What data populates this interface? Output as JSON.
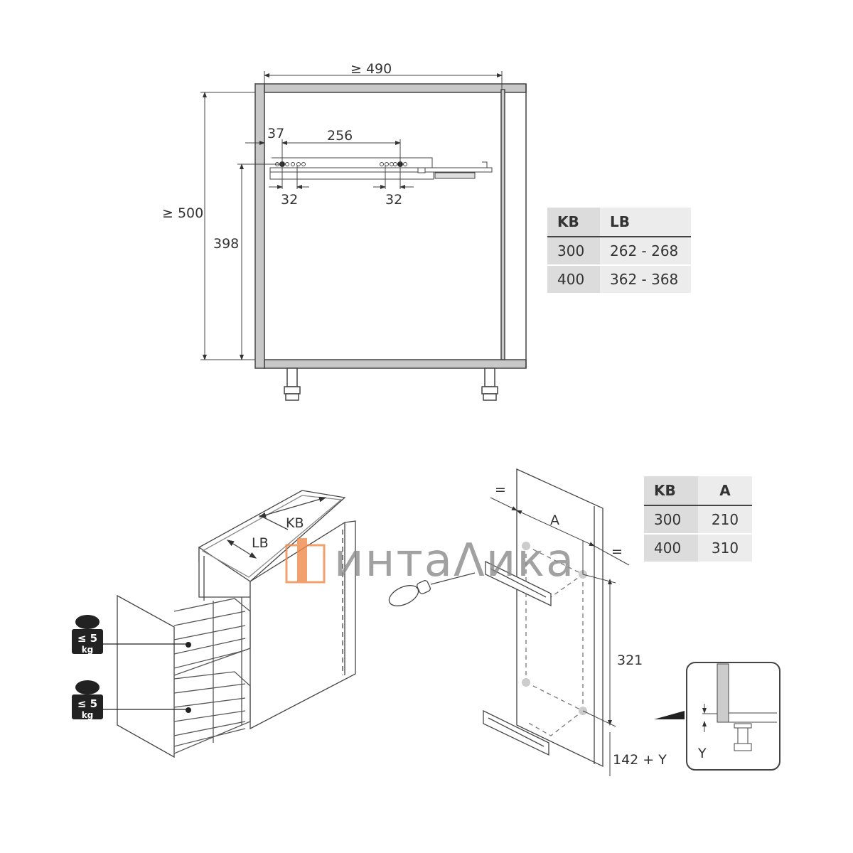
{
  "top_drawing": {
    "width_label": "≥ 490",
    "height_label": "≥ 500",
    "rail_height_label": "398",
    "offset_label": "37",
    "spacing_label": "256",
    "hole_left_label": "32",
    "hole_right_label": "32"
  },
  "table_lb": {
    "headers": [
      "KB",
      "LB"
    ],
    "rows": [
      [
        "300",
        "262 - 268"
      ],
      [
        "400",
        "362 - 368"
      ]
    ]
  },
  "basket_drawing": {
    "kb_label": "KB",
    "lb_label": "LB",
    "weights": [
      {
        "le": "≤ 5",
        "unit": "kg"
      },
      {
        "le": "≤ 5",
        "unit": "kg"
      }
    ]
  },
  "mount_drawing": {
    "equal_left": "=",
    "equal_right": "=",
    "a_label": "A",
    "distance_label": "321",
    "bottom_label": "142 + Y",
    "inset_y_label": "Y"
  },
  "table_a": {
    "headers": [
      "KB",
      "A"
    ],
    "rows": [
      [
        "300",
        "210"
      ],
      [
        "400",
        "310"
      ]
    ]
  },
  "watermark": {
    "text": "интаΛика",
    "color": "#f08a4b"
  }
}
